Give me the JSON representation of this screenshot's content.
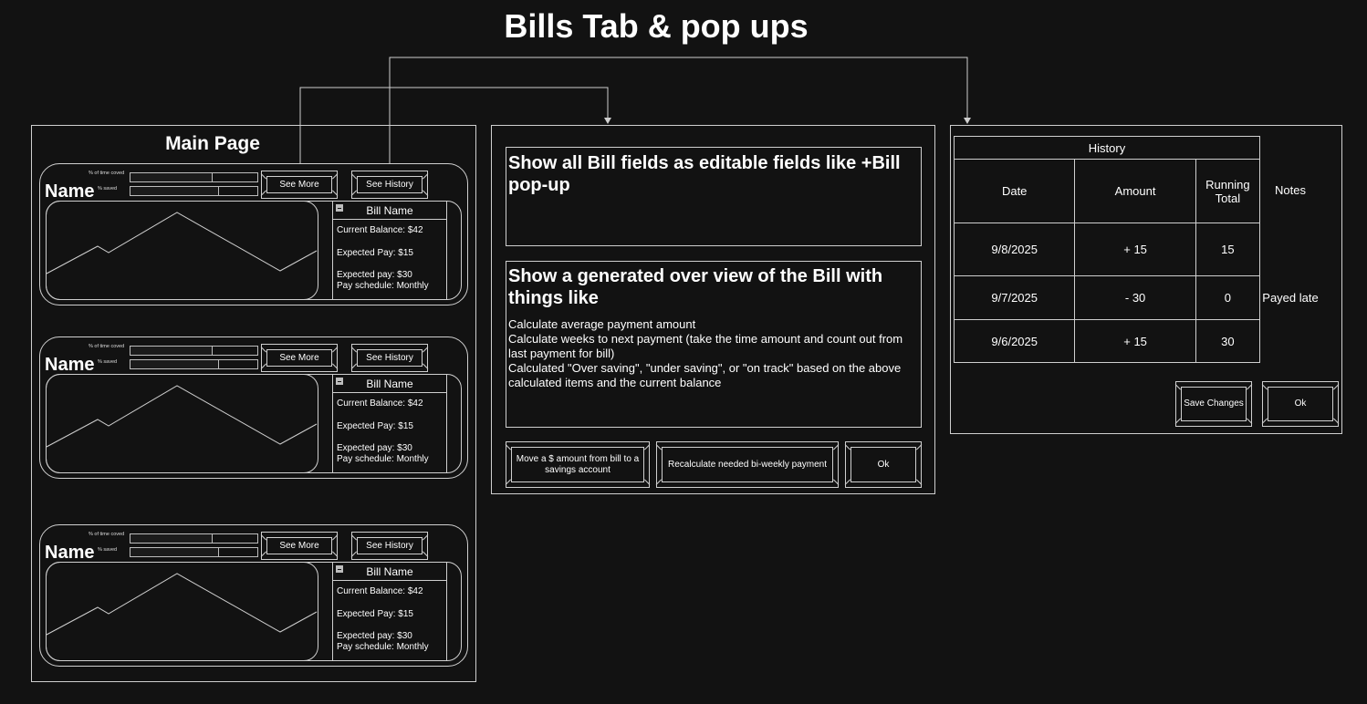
{
  "title": "Bills Tab & pop ups",
  "main_page": {
    "heading": "Main Page",
    "cards": [
      {
        "name": "Name",
        "pct_time_label": "% of time coved",
        "pct_saved_label": "% saved",
        "pct_time_value": 0.65,
        "pct_saved_value": 0.7,
        "see_more": "See More",
        "see_history": "See History",
        "bill_name": "Bill Name",
        "current_balance": "Current Balance: $42",
        "expected_pay": "Expected Pay: $15",
        "expected_pay2": "Expected pay: $30",
        "pay_schedule": "Pay schedule:  Monthly"
      },
      {
        "name": "Name",
        "pct_time_label": "% of time coved",
        "pct_saved_label": "% saved",
        "pct_time_value": 0.65,
        "pct_saved_value": 0.7,
        "see_more": "See More",
        "see_history": "See History",
        "bill_name": "Bill Name",
        "current_balance": "Current Balance: $42",
        "expected_pay": "Expected Pay: $15",
        "expected_pay2": "Expected pay: $30",
        "pay_schedule": "Pay schedule:  Monthly"
      },
      {
        "name": "Name",
        "pct_time_label": "% of time coved",
        "pct_saved_label": "% saved",
        "pct_time_value": 0.65,
        "pct_saved_value": 0.7,
        "see_more": "See More",
        "see_history": "See History",
        "bill_name": "Bill Name",
        "current_balance": "Current Balance: $42",
        "expected_pay": "Expected Pay: $15",
        "expected_pay2": "Expected pay: $30",
        "pay_schedule": "Pay schedule:  Monthly"
      }
    ]
  },
  "see_more_popup": {
    "fields_heading": "Show all Bill fields as editable fields like +Bill pop-up",
    "overview_heading": "Show a generated over view of the Bill with things like",
    "overview_lines": [
      "Calculate average payment amount",
      "Calculate weeks to next payment (take the time amount and count out from last payment for bill)",
      "Calculated \"Over saving\", \"under saving\", or \"on track\" based on the above calculated items and the current balance"
    ],
    "move_button": "Move a $ amount from bill to a savings account",
    "recalc_button": "Recalculate needed bi-weekly payment",
    "ok_button": "Ok"
  },
  "history_popup": {
    "table_title": "History",
    "columns": [
      "Date",
      "Amount",
      "Running Total",
      "Notes"
    ],
    "rows": [
      {
        "date": "9/8/2025",
        "amount": "+ 15",
        "running_total": "15",
        "notes": ""
      },
      {
        "date": "9/7/2025",
        "amount": "- 30",
        "running_total": "0",
        "notes": "Payed late"
      },
      {
        "date": "9/6/2025",
        "amount": "+ 15",
        "running_total": "30",
        "notes": ""
      }
    ],
    "save_button": "Save Changes",
    "ok_button": "Ok"
  }
}
